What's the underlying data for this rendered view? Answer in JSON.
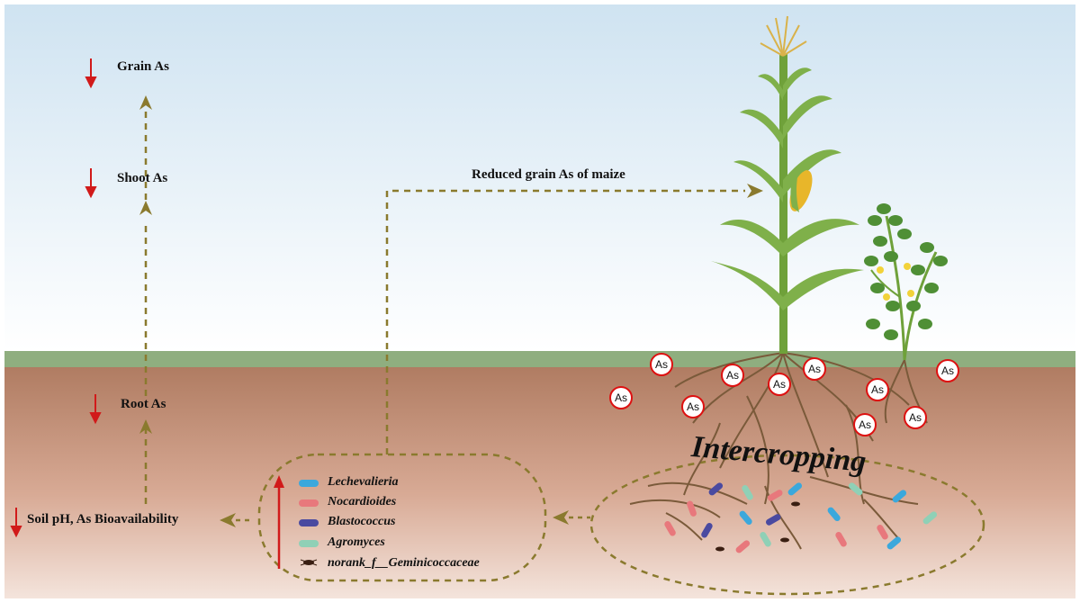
{
  "labels": {
    "grain": "Grain As",
    "shoot": "Shoot As",
    "root": "Root As",
    "soil": "Soil pH, As Bioavailability",
    "reduced": "Reduced grain As  of maize",
    "intercropping": "Intercropping"
  },
  "badge_text": "As",
  "legend": [
    {
      "name": "Lechevalieria",
      "color": "#3ba8dc"
    },
    {
      "name": "Nocardioides",
      "color": "#e8787c"
    },
    {
      "name": "Blastococcus",
      "color": "#4a4aa0"
    },
    {
      "name": "Agromyces",
      "color": "#8fd0b6"
    },
    {
      "name": "norank_f__Geminicoccaceae",
      "color": "#3a1f12"
    }
  ],
  "colors": {
    "sky_top": "#cfe3f1",
    "grass": "#8fae7f",
    "soil_top": "#b07c62",
    "soil_bottom": "#f3e2da",
    "dash": "#8a7a2e",
    "decrease_arrow": "#d11a1a"
  }
}
